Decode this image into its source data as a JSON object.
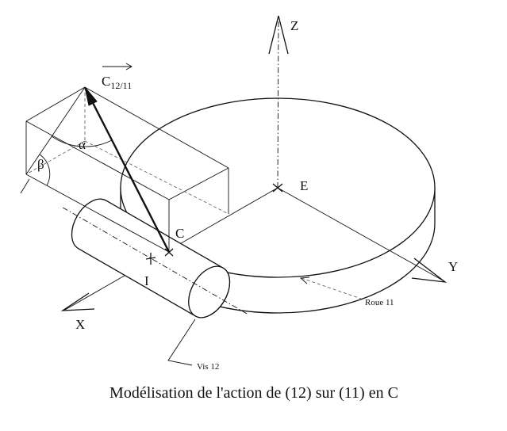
{
  "caption": "Modélisation de l'action de (12) sur (11) en C",
  "labels": {
    "z_axis": "Z",
    "y_axis": "Y",
    "x_axis": "X",
    "point_e": "E",
    "point_c": "C",
    "point_i": "I",
    "angle_alpha": "α",
    "angle_beta": "β",
    "vector": {
      "symbol": "C",
      "subscript": "12/11"
    },
    "wheel": "Roue 11",
    "screw": "Vis 12"
  }
}
